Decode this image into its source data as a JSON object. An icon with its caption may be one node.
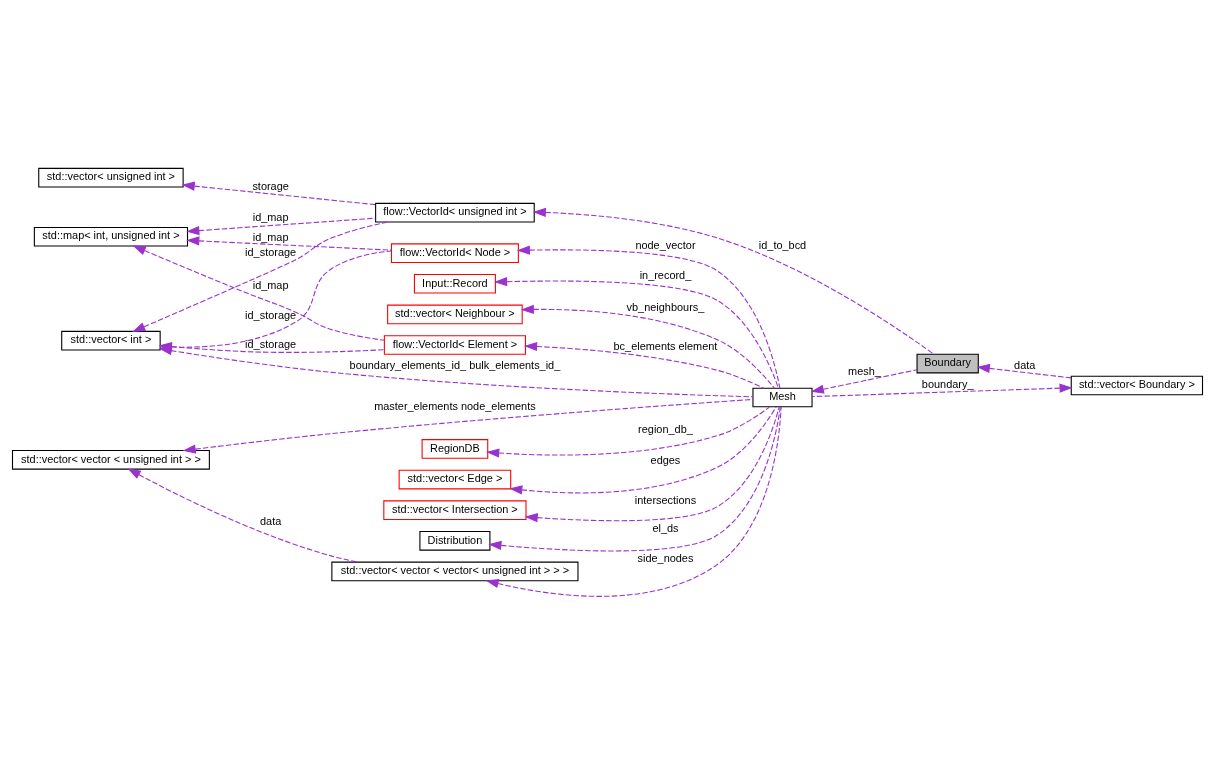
{
  "diagram": {
    "nodes": [
      {
        "text": [
          "std::vector< int >"
        ]
      },
      {
        "text": [
          "flow::VectorId< Element >"
        ]
      },
      {
        "text": [
          "flow::VectorId< Node >"
        ]
      },
      {
        "text": [
          "std::map< int, unsigned int >"
        ]
      },
      {
        "text": [
          "flow::VectorId< unsigned int >"
        ]
      },
      {
        "text": [
          "std::vector< unsigned int >"
        ]
      },
      {
        "text": [
          "Boundary"
        ]
      },
      {
        "text": [
          "std::vector< Boundary >"
        ]
      },
      {
        "text": [
          "RegionDB"
        ]
      },
      {
        "text": [
          "std::vector< Edge >"
        ]
      },
      {
        "text": [
          "std::vector< Intersection >"
        ]
      },
      {
        "text": [
          "Distribution"
        ]
      },
      {
        "text": [
          "std::vector< vector < vector< unsigned int > > >"
        ]
      },
      {
        "text": [
          "std::vector< vector < unsigned int > >"
        ]
      },
      {
        "text": [
          "Input::Record"
        ]
      },
      {
        "text": [
          "std::vector< Neighbour >"
        ]
      },
      {
        "text": [
          "Mesh"
        ]
      }
    ],
    "edges": [
      {
        "from": 16,
        "to": 0,
        "arrow": "to",
        "style": "dashed",
        "label": "boundary_elements_id_ bulk_elements_id_"
      },
      {
        "from": 1,
        "to": 0,
        "arrow": "to",
        "style": "dashed",
        "label": "id_storage"
      },
      {
        "from": 2,
        "to": 0,
        "arrow": "to",
        "style": "dashed",
        "label": "id_storage"
      },
      {
        "from": 4,
        "to": 0,
        "arrow": "to",
        "style": "dashed",
        "label": "id_storage"
      },
      {
        "from": 1,
        "to": 3,
        "arrow": "to",
        "style": "dashed",
        "label": "id_map"
      },
      {
        "from": 2,
        "to": 3,
        "arrow": "to",
        "style": "dashed",
        "label": "id_map"
      },
      {
        "from": 4,
        "to": 3,
        "arrow": "to",
        "style": "dashed",
        "label": "id_map"
      },
      {
        "from": 4,
        "to": 5,
        "arrow": "to",
        "style": "dashed",
        "label": "storage"
      },
      {
        "from": 6,
        "to": 4,
        "arrow": "to",
        "style": "dashed",
        "label": "id_to_bcd"
      },
      {
        "from": 7,
        "to": 6,
        "arrow": "to",
        "style": "dashed",
        "label": "data"
      },
      {
        "from": 16,
        "to": 1,
        "arrow": "to",
        "style": "dashed",
        "label": "bc_elements element"
      },
      {
        "from": 16,
        "to": 2,
        "arrow": "to",
        "style": "dashed",
        "label": "node_vector"
      },
      {
        "from": 16,
        "to": 7,
        "arrow": "to",
        "style": "dashed",
        "label": "boundary_"
      },
      {
        "from": 6,
        "to": 16,
        "arrow": "to",
        "style": "dashed",
        "label": "mesh_"
      },
      {
        "from": 16,
        "to": 8,
        "arrow": "to",
        "style": "dashed",
        "label": "region_db_"
      },
      {
        "from": 16,
        "to": 9,
        "arrow": "to",
        "style": "dashed",
        "label": "edges"
      },
      {
        "from": 16,
        "to": 10,
        "arrow": "to",
        "style": "dashed",
        "label": "intersections"
      },
      {
        "from": 16,
        "to": 11,
        "arrow": "to",
        "style": "dashed",
        "label": "el_ds"
      },
      {
        "from": 16,
        "to": 12,
        "arrow": "to",
        "style": "dashed",
        "label": "side_nodes"
      },
      {
        "from": 12,
        "to": 13,
        "arrow": "to",
        "style": "dashed",
        "label": "data"
      },
      {
        "from": 16,
        "to": 13,
        "arrow": "to",
        "style": "dashed",
        "label": "master_elements node_elements"
      },
      {
        "from": 16,
        "to": 14,
        "arrow": "to",
        "style": "dashed",
        "label": "in_record_"
      },
      {
        "from": 16,
        "to": 15,
        "arrow": "to",
        "style": "dashed",
        "label": "vb_neighbours_"
      }
    ]
  }
}
